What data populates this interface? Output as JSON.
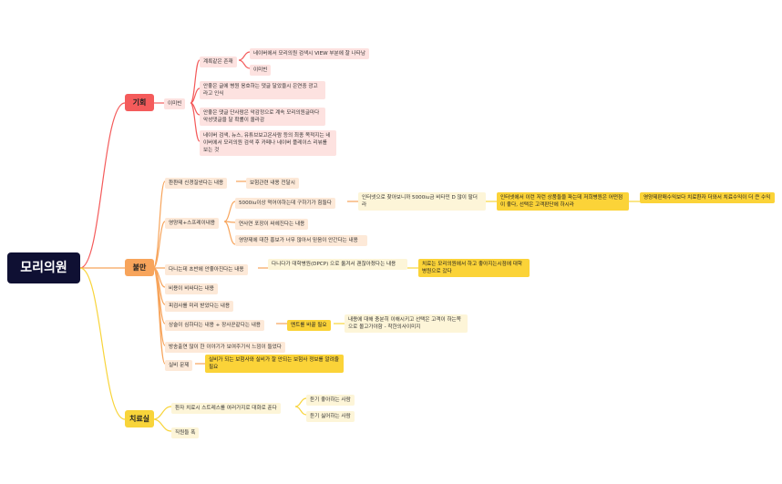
{
  "root": {
    "label": "모리의원"
  },
  "branches": {
    "gihoe": {
      "label": "기회",
      "sub": {
        "label": "이미빈",
        "gyegeuk": "계륵같은 존재",
        "gyegeuk_a": "네이버에서 모리의원 검색시 VIEW 부분에 잘 나타남",
        "gyegeuk_b": "이미빈",
        "n1": "안좋은 글에 병원 옹호하는 댓글 달았을시 은연중 광고라고 인식",
        "n2": "안좋은 댓글 단사람은 악감정으로 계속 모리의원글마다 악성댓글을 달 확률이 올라감",
        "n3": "네이버 검색, 뉴스, 유튜브보고온사람 등의 최종 목적지는 네이버에서 모리의원 검색 후 카페나 네이버 플레이스 리뷰를 보는 것"
      }
    },
    "bulman": {
      "label": "불만",
      "items": {
        "a": "환환태 신경질낸다는 내용",
        "a1": "보험관련 내용 전달시",
        "b": "영양제+스프레이내용",
        "b1": "5000iu이상 먹어야하는데 구하기가 힘들다",
        "b1a": "인터넷으로 찾아보니까 5000iu금 비타민 D 많이 팔더라",
        "b1a1": "인터넷에서 이런 저런 상품들을 파는데 저희병원은 어떤점이 좋다, 선택은 고객판단에 하시라",
        "b1a1a": "영양제판매수익보다 치료환자 더와서 치료수익이 더 큰 수익",
        "b2": "연사연 포장이 싸헤진다는 내용",
        "b3": "영양제에 대한 홍보가 너무 많아서 믿음이 안간다는 내용",
        "c": "다니는데 초반에 안좋아진다는 내용",
        "c1": "다니다가 대학병원(DPCP) 으로 옮겨서 괜찮아졌다는 내용",
        "c1a": "치료는 모리의원에서 하고 좋아지는시점에 대학병원으로 갔다",
        "d": "비용이 비싸다는 내용",
        "e": "피검사를 미리 받았다는 내용",
        "f": "상술이 심하다는 내용 + 장사꾼같다는 내용",
        "f1": "멘트를 바꿀 필요",
        "f1a": "내용에 대해 충분히 이해시키고 선택은 고객이 하는쪽으로 몰고가야함 - 착한의사이미지",
        "g": "방송출연 많이 한 이야기가 보여주기식 느낌이 들었다",
        "h": "실비 문제",
        "h1": "실비가 되는 보험사와 실비가 잘 안되는 보험사 정보를 알려줄 필요"
      }
    },
    "chiryo": {
      "label": "치료실",
      "a": "환자 치료시 스트레스를 여러가지로 대화로 푼다",
      "a1": "듣기 좋아하는 사람",
      "a2": "듣기 싫어하는 사람",
      "b": "직원들 폭"
    }
  },
  "colors": {
    "root": "#0f1033",
    "red": "#f45b5b",
    "orange": "#f7a45b",
    "yellow": "#f8d43a"
  }
}
